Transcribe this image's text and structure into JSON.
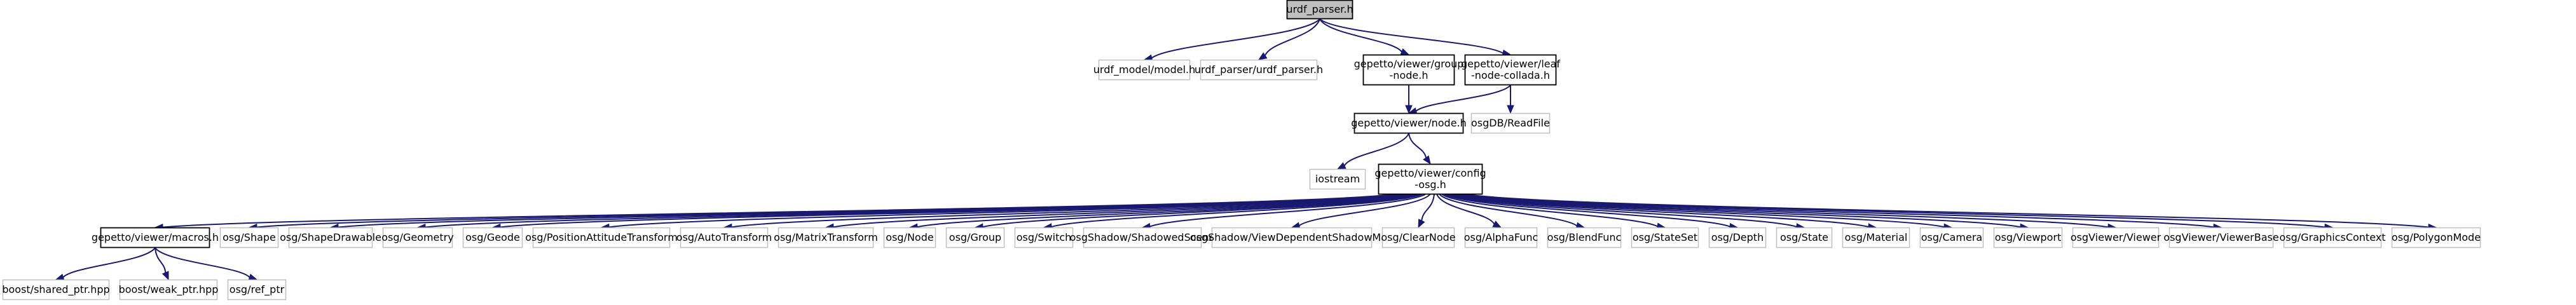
{
  "graph": {
    "title": "urdf_parser.h",
    "colors": {
      "edge": "#191970",
      "root_fill": "#bfbfbf",
      "documented_border": "#000000",
      "external_border": "#bfbfbf",
      "text": "#000000"
    },
    "nodes": [
      {
        "id": "root",
        "lines": [
          "urdf_parser.h"
        ],
        "style": "root"
      },
      {
        "id": "urdf_model",
        "lines": [
          "urdf_model/model.h"
        ],
        "style": "external"
      },
      {
        "id": "urdf_parser_inner",
        "lines": [
          "urdf_parser/urdf_parser.h"
        ],
        "style": "external"
      },
      {
        "id": "group_node",
        "lines": [
          "gepetto/viewer/group",
          "-node.h"
        ],
        "style": "documented"
      },
      {
        "id": "leaf_node",
        "lines": [
          "gepetto/viewer/leaf",
          "-node-collada.h"
        ],
        "style": "documented"
      },
      {
        "id": "node_h",
        "lines": [
          "gepetto/viewer/node.h"
        ],
        "style": "documented"
      },
      {
        "id": "osgdb_readfile",
        "lines": [
          "osgDB/ReadFile"
        ],
        "style": "external"
      },
      {
        "id": "iostream",
        "lines": [
          "iostream"
        ],
        "style": "external"
      },
      {
        "id": "config_osg",
        "lines": [
          "gepetto/viewer/config",
          "-osg.h"
        ],
        "style": "documented"
      },
      {
        "id": "macros",
        "lines": [
          "gepetto/viewer/macros.h"
        ],
        "style": "documented"
      },
      {
        "id": "osg_shape",
        "lines": [
          "osg/Shape"
        ],
        "style": "external"
      },
      {
        "id": "osg_shapedrawable",
        "lines": [
          "osg/ShapeDrawable"
        ],
        "style": "external"
      },
      {
        "id": "osg_geometry",
        "lines": [
          "osg/Geometry"
        ],
        "style": "external"
      },
      {
        "id": "osg_geode",
        "lines": [
          "osg/Geode"
        ],
        "style": "external"
      },
      {
        "id": "osg_pat",
        "lines": [
          "osg/PositionAttitudeTransform"
        ],
        "style": "external"
      },
      {
        "id": "osg_autotransform",
        "lines": [
          "osg/AutoTransform"
        ],
        "style": "external"
      },
      {
        "id": "osg_matrixtransform",
        "lines": [
          "osg/MatrixTransform"
        ],
        "style": "external"
      },
      {
        "id": "osg_node",
        "lines": [
          "osg/Node"
        ],
        "style": "external"
      },
      {
        "id": "osg_group",
        "lines": [
          "osg/Group"
        ],
        "style": "external"
      },
      {
        "id": "osg_switch",
        "lines": [
          "osg/Switch"
        ],
        "style": "external"
      },
      {
        "id": "osgshadow_shadowed",
        "lines": [
          "osgShadow/ShadowedScene"
        ],
        "style": "external"
      },
      {
        "id": "osgshadow_vdsm",
        "lines": [
          "osgShadow/ViewDependentShadowMap"
        ],
        "style": "external"
      },
      {
        "id": "osg_clearnode",
        "lines": [
          "osg/ClearNode"
        ],
        "style": "external"
      },
      {
        "id": "osg_alphafunc",
        "lines": [
          "osg/AlphaFunc"
        ],
        "style": "external"
      },
      {
        "id": "osg_blendfunc",
        "lines": [
          "osg/BlendFunc"
        ],
        "style": "external"
      },
      {
        "id": "osg_stateset",
        "lines": [
          "osg/StateSet"
        ],
        "style": "external"
      },
      {
        "id": "osg_depth",
        "lines": [
          "osg/Depth"
        ],
        "style": "external"
      },
      {
        "id": "osg_state",
        "lines": [
          "osg/State"
        ],
        "style": "external"
      },
      {
        "id": "osg_material",
        "lines": [
          "osg/Material"
        ],
        "style": "external"
      },
      {
        "id": "osg_camera",
        "lines": [
          "osg/Camera"
        ],
        "style": "external"
      },
      {
        "id": "osg_viewport",
        "lines": [
          "osg/Viewport"
        ],
        "style": "external"
      },
      {
        "id": "osgviewer_viewer",
        "lines": [
          "osgViewer/Viewer"
        ],
        "style": "external"
      },
      {
        "id": "osgviewer_viewerbase",
        "lines": [
          "osgViewer/ViewerBase"
        ],
        "style": "external"
      },
      {
        "id": "osg_graphicscontext",
        "lines": [
          "osg/GraphicsContext"
        ],
        "style": "external"
      },
      {
        "id": "osg_polygonmode",
        "lines": [
          "osg/PolygonMode"
        ],
        "style": "external"
      },
      {
        "id": "boost_shared_ptr",
        "lines": [
          "boost/shared_ptr.hpp"
        ],
        "style": "external"
      },
      {
        "id": "boost_weak_ptr",
        "lines": [
          "boost/weak_ptr.hpp"
        ],
        "style": "external"
      },
      {
        "id": "osg_ref_ptr",
        "lines": [
          "osg/ref_ptr"
        ],
        "style": "external"
      }
    ],
    "edges": [
      [
        "root",
        "urdf_model"
      ],
      [
        "root",
        "urdf_parser_inner"
      ],
      [
        "root",
        "group_node"
      ],
      [
        "root",
        "leaf_node"
      ],
      [
        "group_node",
        "node_h"
      ],
      [
        "leaf_node",
        "node_h"
      ],
      [
        "leaf_node",
        "osgdb_readfile"
      ],
      [
        "node_h",
        "iostream"
      ],
      [
        "node_h",
        "config_osg"
      ],
      [
        "config_osg",
        "macros"
      ],
      [
        "config_osg",
        "osg_shape"
      ],
      [
        "config_osg",
        "osg_shapedrawable"
      ],
      [
        "config_osg",
        "osg_geometry"
      ],
      [
        "config_osg",
        "osg_geode"
      ],
      [
        "config_osg",
        "osg_pat"
      ],
      [
        "config_osg",
        "osg_autotransform"
      ],
      [
        "config_osg",
        "osg_matrixtransform"
      ],
      [
        "config_osg",
        "osg_node"
      ],
      [
        "config_osg",
        "osg_group"
      ],
      [
        "config_osg",
        "osg_switch"
      ],
      [
        "config_osg",
        "osgshadow_shadowed"
      ],
      [
        "config_osg",
        "osgshadow_vdsm"
      ],
      [
        "config_osg",
        "osg_clearnode"
      ],
      [
        "config_osg",
        "osg_alphafunc"
      ],
      [
        "config_osg",
        "osg_blendfunc"
      ],
      [
        "config_osg",
        "osg_stateset"
      ],
      [
        "config_osg",
        "osg_depth"
      ],
      [
        "config_osg",
        "osg_state"
      ],
      [
        "config_osg",
        "osg_material"
      ],
      [
        "config_osg",
        "osg_camera"
      ],
      [
        "config_osg",
        "osg_viewport"
      ],
      [
        "config_osg",
        "osgviewer_viewer"
      ],
      [
        "config_osg",
        "osgviewer_viewerbase"
      ],
      [
        "config_osg",
        "osg_graphicscontext"
      ],
      [
        "config_osg",
        "osg_polygonmode"
      ],
      [
        "macros",
        "boost_shared_ptr"
      ],
      [
        "macros",
        "boost_weak_ptr"
      ],
      [
        "macros",
        "osg_ref_ptr"
      ]
    ]
  }
}
